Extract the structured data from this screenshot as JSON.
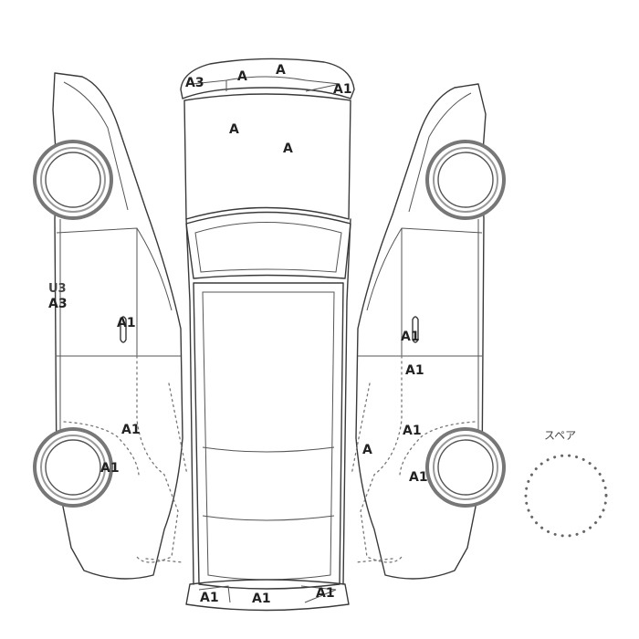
{
  "labels": {
    "front_bumper_left": "A3",
    "front_bumper_center_left": "A",
    "front_bumper_center": "A",
    "front_bumper_right": "A1",
    "hood_left": "A",
    "hood_right": "A",
    "left_fender_top": "U3",
    "left_fender_bottom": "A3",
    "left_front_door": "A1",
    "left_rear_door": "A1",
    "left_rear_wheel": "A1",
    "right_front_door": "A1",
    "right_front_door_lower": "A1",
    "right_rear_door": "A1",
    "right_rear_quarter": "A",
    "right_rear_wheel": "A1",
    "rear_bumper_left": "A1",
    "rear_bumper_center": "A1",
    "rear_bumper_right": "A1",
    "spare": "スペア"
  }
}
